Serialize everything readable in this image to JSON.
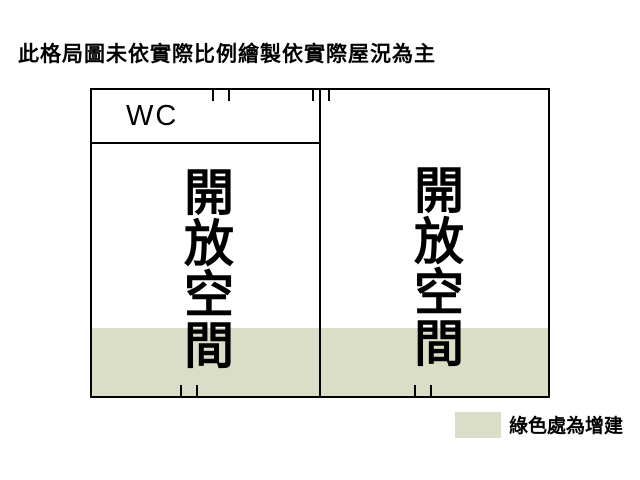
{
  "notice": "此格局圖未依實際比例繪製依實際屋況為主",
  "wc": {
    "label": "WC"
  },
  "rooms": [
    {
      "id": "left",
      "label": "開放空間"
    },
    {
      "id": "right",
      "label": "開放空間"
    }
  ],
  "legend": {
    "label": "綠色處為增建"
  },
  "colors": {
    "addition_green": "#dbdec6",
    "wall": "#000000",
    "background": "#ffffff",
    "text": "#000000"
  }
}
